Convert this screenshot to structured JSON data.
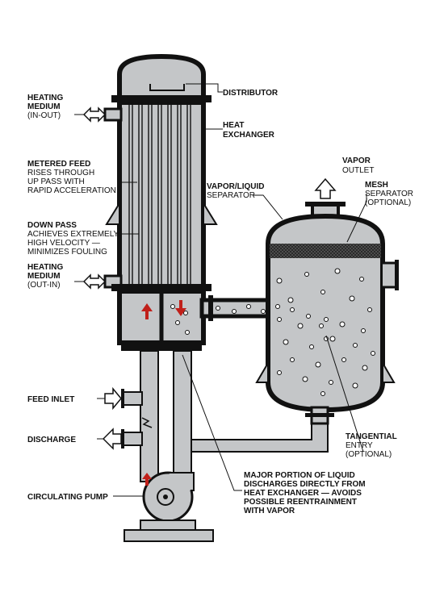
{
  "labels": {
    "distributor": "DISTRIBUTOR",
    "heat_exchanger": [
      "HEAT",
      "EXCHANGER"
    ],
    "heating_medium_in_out": [
      "HEATING",
      "MEDIUM",
      "(IN-OUT)"
    ],
    "metered_feed": [
      "METERED FEED",
      "RISES THROUGH",
      "UP PASS WITH",
      "RAPID ACCELERATION"
    ],
    "down_pass": [
      "DOWN PASS",
      "ACHIEVES EXTREMELY",
      "HIGH VELOCITY —",
      "MINIMIZES FOULING"
    ],
    "heating_medium_out_in": [
      "HEATING",
      "MEDIUM",
      "(OUT-IN)"
    ],
    "vapor_outlet": [
      "VAPOR",
      "OUTLET"
    ],
    "vapor_liquid_separator": [
      "VAPOR/LIQUID",
      "SEPARATOR"
    ],
    "mesh_separator": [
      "MESH",
      "SEPARATOR",
      "(OPTIONAL)"
    ],
    "feed_inlet": "FEED INLET",
    "discharge": "DISCHARGE",
    "circulating_pump": "CIRCULATING PUMP",
    "tangential_entry": [
      "TANGENTIAL",
      "ENTRY",
      "(OPTIONAL)"
    ],
    "major_portion": [
      "MAJOR PORTION OF LIQUID",
      "DISCHARGES DIRECTLY FROM",
      "HEAT EXCHANGER — AVOIDS",
      "POSSIBLE REENTRAINMENT",
      "WITH VAPOR"
    ]
  },
  "colors": {
    "wall": "#111111",
    "fill": "#c4c6c8",
    "flow_arrow": "#c0201a",
    "mesh": "#3a3a3a"
  }
}
